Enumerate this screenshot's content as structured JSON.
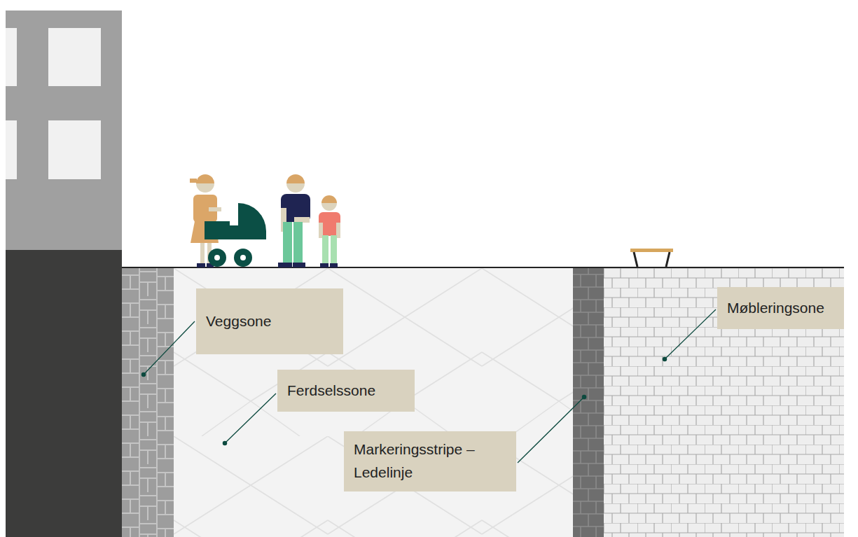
{
  "diagram": {
    "nodes": [
      {
        "text": [
          "Veggsone"
        ]
      },
      {
        "text": [
          "Ferdselssone"
        ]
      },
      {
        "text": [
          "Markeringsstripe – Ledelinje"
        ]
      },
      {
        "text": [
          "Møbleringsone"
        ]
      }
    ]
  }
}
